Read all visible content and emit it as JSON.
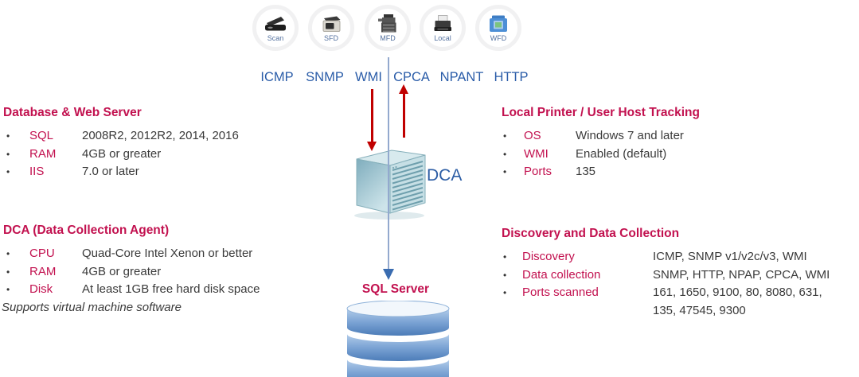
{
  "colors": {
    "accent_pink": "#c2114f",
    "accent_blue": "#2a5ca8",
    "arrow_red": "#c00000",
    "flow_line_blue": "#93a9ce",
    "flow_arrow_blue": "#3a6cb0",
    "server_teal": "#9cc4ce",
    "database_blue": "#4c7cb8"
  },
  "devices": [
    {
      "label": "Scan",
      "icon": "flatbed-scanner-icon"
    },
    {
      "label": "SFD",
      "icon": "single-function-printer-icon"
    },
    {
      "label": "MFD",
      "icon": "multifunction-copier-icon"
    },
    {
      "label": "Local",
      "icon": "local-printer-icon"
    },
    {
      "label": "WFD",
      "icon": "workflow-device-icon"
    }
  ],
  "protocols": [
    "ICMP",
    "SNMP",
    "WMI",
    "CPCA",
    "NPANT",
    "HTTP"
  ],
  "center": {
    "dca_label": "DCA",
    "sql_label": "SQL Server"
  },
  "blocks": {
    "db_web": {
      "title": "Database & Web Server",
      "rows": [
        {
          "label": "SQL",
          "value": "2008R2, 2012R2, 2014, 2016"
        },
        {
          "label": "RAM",
          "value": "4GB or greater"
        },
        {
          "label": "IIS",
          "value": "7.0 or later"
        }
      ]
    },
    "dca": {
      "title": "DCA (Data Collection Agent)",
      "rows": [
        {
          "label": "CPU",
          "value": "Quad-Core Intel Xenon or better"
        },
        {
          "label": "RAM",
          "value": "4GB or greater"
        },
        {
          "label": "Disk",
          "value": "At least 1GB free hard disk space"
        }
      ],
      "note": "Supports virtual machine software"
    },
    "local_printer": {
      "title": "Local Printer / User Host Tracking",
      "rows": [
        {
          "label": "OS",
          "value": "Windows 7 and later"
        },
        {
          "label": "WMI",
          "value": "Enabled (default)"
        },
        {
          "label": "Ports",
          "value": "135"
        }
      ]
    },
    "discovery": {
      "title": "Discovery and Data Collection",
      "rows": [
        {
          "label": "Discovery",
          "value": "ICMP, SNMP v1/v2c/v3, WMI"
        },
        {
          "label": "Data collection",
          "value": "SNMP, HTTP, NPAP, CPCA, WMI"
        },
        {
          "label": "Ports scanned",
          "value": "161, 1650, 9100, 80, 8080, 631,\n135, 47545, 9300"
        }
      ]
    }
  }
}
